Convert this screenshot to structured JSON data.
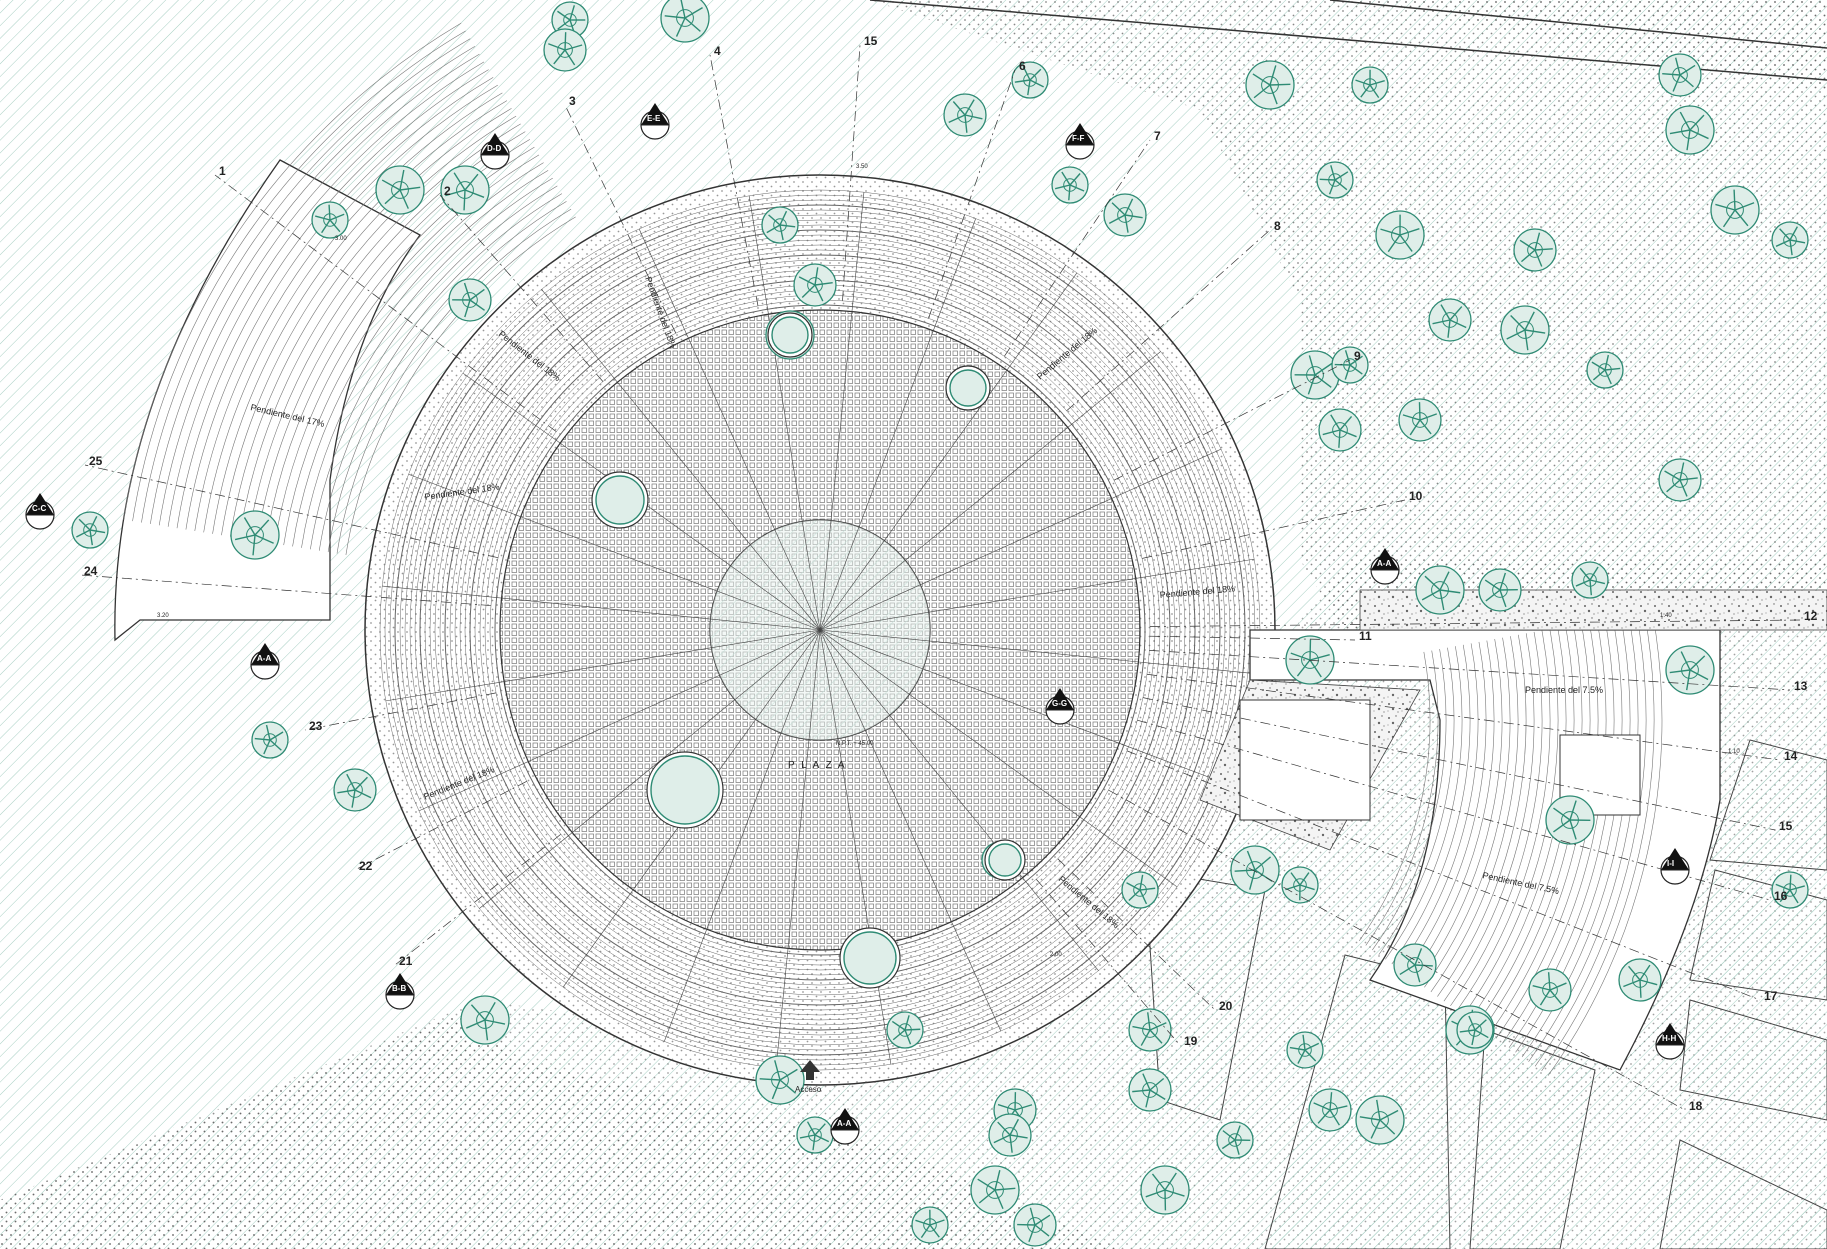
{
  "plan": {
    "plaza_label": "P L A Z A",
    "access_label": "Acceso",
    "colors": {
      "tree": "#2e8b74",
      "tree_fill": "#dfeee9",
      "hatch": "#9fc9bd",
      "line": "#333333"
    },
    "slope_labels": [
      {
        "text": "Pendiente del 18%"
      },
      {
        "text": "Pendiente del 17%"
      },
      {
        "text": "Pendiente del 18%"
      },
      {
        "text": "Pendiente del 18%"
      },
      {
        "text": "Pendiente del 18%"
      },
      {
        "text": "Pendiente del 18%"
      },
      {
        "text": "Pendiente del 18%"
      },
      {
        "text": "Pendiente del 18%"
      },
      {
        "text": "Pendiente del 7.5%"
      },
      {
        "text": "Pendiente del 7.5%"
      }
    ],
    "grid_labels": [
      "1",
      "2",
      "3",
      "4",
      "15",
      "6",
      "7",
      "8",
      "9",
      "10",
      "11",
      "12",
      "13",
      "14",
      "15",
      "16",
      "17",
      "18",
      "19",
      "20",
      "21",
      "22",
      "23",
      "24",
      "25"
    ],
    "section_markers": [
      {
        "text": "A-A"
      },
      {
        "text": "A-A"
      },
      {
        "text": "A-A"
      },
      {
        "text": "B-B"
      },
      {
        "text": "C-C"
      },
      {
        "text": "D-D"
      },
      {
        "text": "E-E"
      },
      {
        "text": "F-F"
      },
      {
        "text": "G-G"
      },
      {
        "text": "H-H"
      },
      {
        "text": "I-I"
      }
    ],
    "dimension_labels": [
      "3.50",
      "3.00",
      "3.20",
      "1.40",
      "1.10",
      "2.00"
    ],
    "level_label": "N.P.T. + 45.00"
  }
}
